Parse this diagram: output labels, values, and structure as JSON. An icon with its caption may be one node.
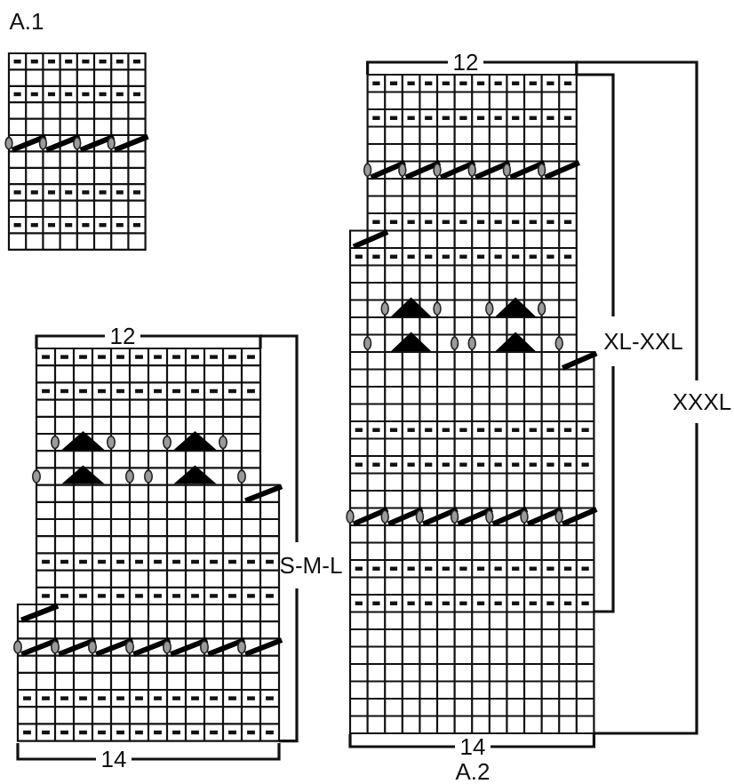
{
  "diagram": {
    "labels": [
      "A.1",
      "12",
      "12",
      "XL-XXL",
      "XXXL",
      "S-M-L",
      "14",
      "14",
      "A.2"
    ]
  }
}
